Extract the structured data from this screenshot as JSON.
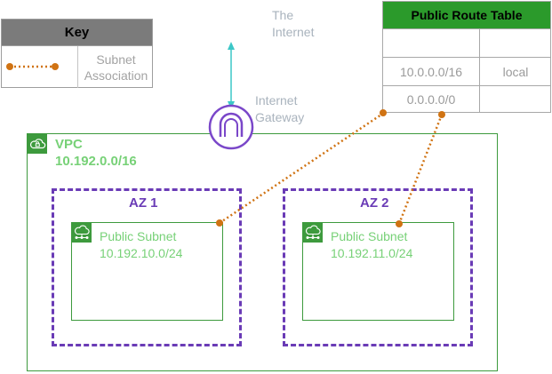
{
  "key": {
    "title": "Key",
    "items": [
      {
        "label": "Subnet Association"
      }
    ]
  },
  "internet": {
    "line1": "The",
    "line2": "Internet"
  },
  "gateway": {
    "line1": "Internet",
    "line2": "Gateway"
  },
  "route_table": {
    "title": "Public Route Table",
    "rows": [
      {
        "destination": "",
        "target": ""
      },
      {
        "destination": "10.0.0.0/16",
        "target": "local"
      },
      {
        "destination": "0.0.0.0/0",
        "target": ""
      }
    ]
  },
  "vpc": {
    "label": "VPC",
    "cidr": "10.192.0.0/16"
  },
  "azs": [
    {
      "label": "AZ 1",
      "subnet": {
        "label": "Public Subnet",
        "cidr": "10.192.10.0/24"
      }
    },
    {
      "label": "AZ 2",
      "subnet": {
        "label": "Public Subnet",
        "cidr": "10.192.11.0/24"
      }
    }
  ],
  "colors": {
    "association": "#d07313",
    "vpc": "#3d9a3d",
    "az": "#6a3bb6",
    "gateway": "#7a47c9",
    "arrow": "#3cc7c7",
    "route_header": "#2b9a2b"
  },
  "icons": [
    "cloud-lock-icon",
    "internet-gateway-icon",
    "subnet-icon"
  ]
}
